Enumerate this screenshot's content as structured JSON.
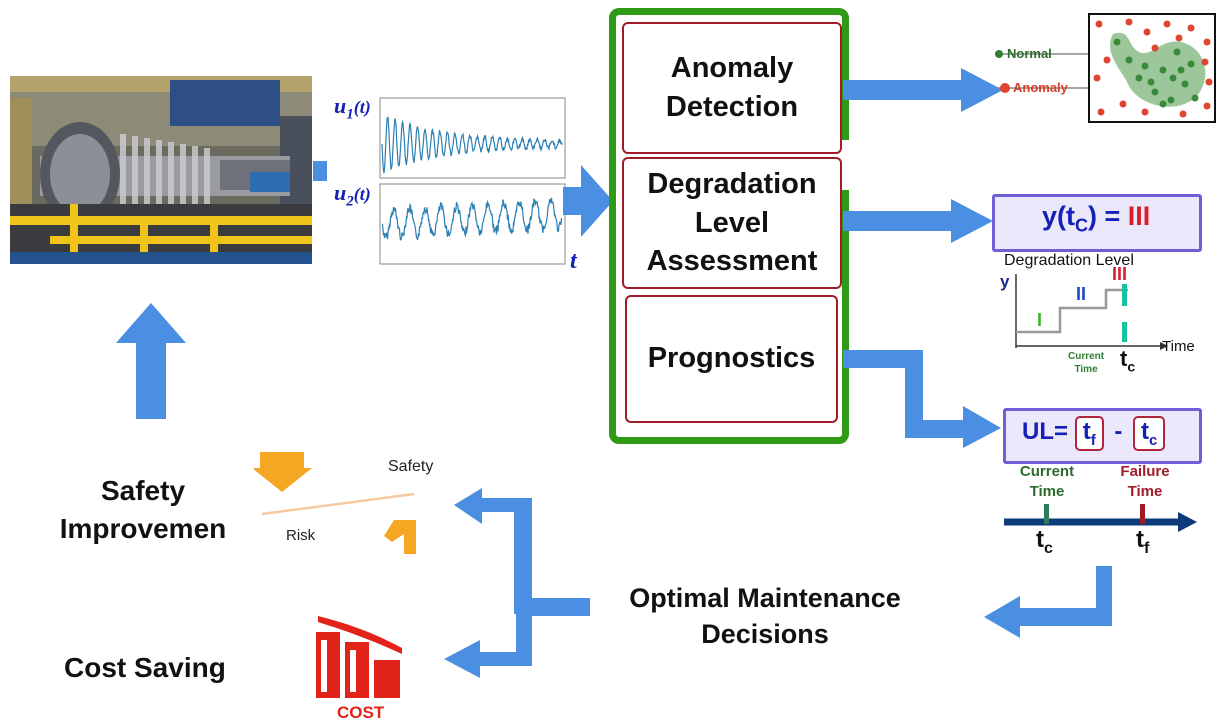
{
  "signals": {
    "u1": "u",
    "u1_sub": "1",
    "u1_arg": "(t)",
    "u2": "u",
    "u2_sub": "2",
    "u2_arg": "(t)",
    "t_axis": "t"
  },
  "boxes": {
    "anomaly": [
      "Anomaly",
      "Detection"
    ],
    "degradation": [
      "Degradation",
      "Level",
      "Assessment"
    ],
    "prognostics": "Prognostics"
  },
  "anomaly_inset": {
    "normal": "Normal",
    "anomaly": "Anomaly"
  },
  "degradation_inset": {
    "equation_y": "y(t",
    "equation_sub": "C",
    "equation_rest": ") = ",
    "equation_level": "III",
    "title": "Degradation Level",
    "y_axis": "y",
    "x_axis": "Time",
    "levels": [
      "I",
      "II",
      "III"
    ],
    "current_time": [
      "Current",
      "Time"
    ],
    "tc": "t",
    "tc_sub": "c"
  },
  "rul_inset": {
    "label": "UL=",
    "tf": "t",
    "tf_sub": "f",
    "minus": "-",
    "tc": "t",
    "tc_sub": "c",
    "current_time": [
      "Current",
      "Time"
    ],
    "failure_time": [
      "Failure",
      "Time"
    ],
    "axis_tc": "t",
    "axis_tc_sub": "c",
    "axis_tf": "t",
    "axis_tf_sub": "f"
  },
  "outcomes": {
    "maintenance": [
      "Optimal Maintenance",
      "Decisions"
    ],
    "safety": [
      "Safety",
      "Improvemen"
    ],
    "cost": "Cost Saving",
    "safety_scale_top": "Safety",
    "safety_scale_risk": "Risk",
    "cost_icon_text": "COST"
  },
  "colors": {
    "arrow": "#4a8fe2",
    "green_frame": "#2f9a16",
    "box_border": "#a01c28",
    "signal": "#2a7fb5",
    "cost_red": "#e2231a",
    "scale_orange": "#f5a623"
  }
}
